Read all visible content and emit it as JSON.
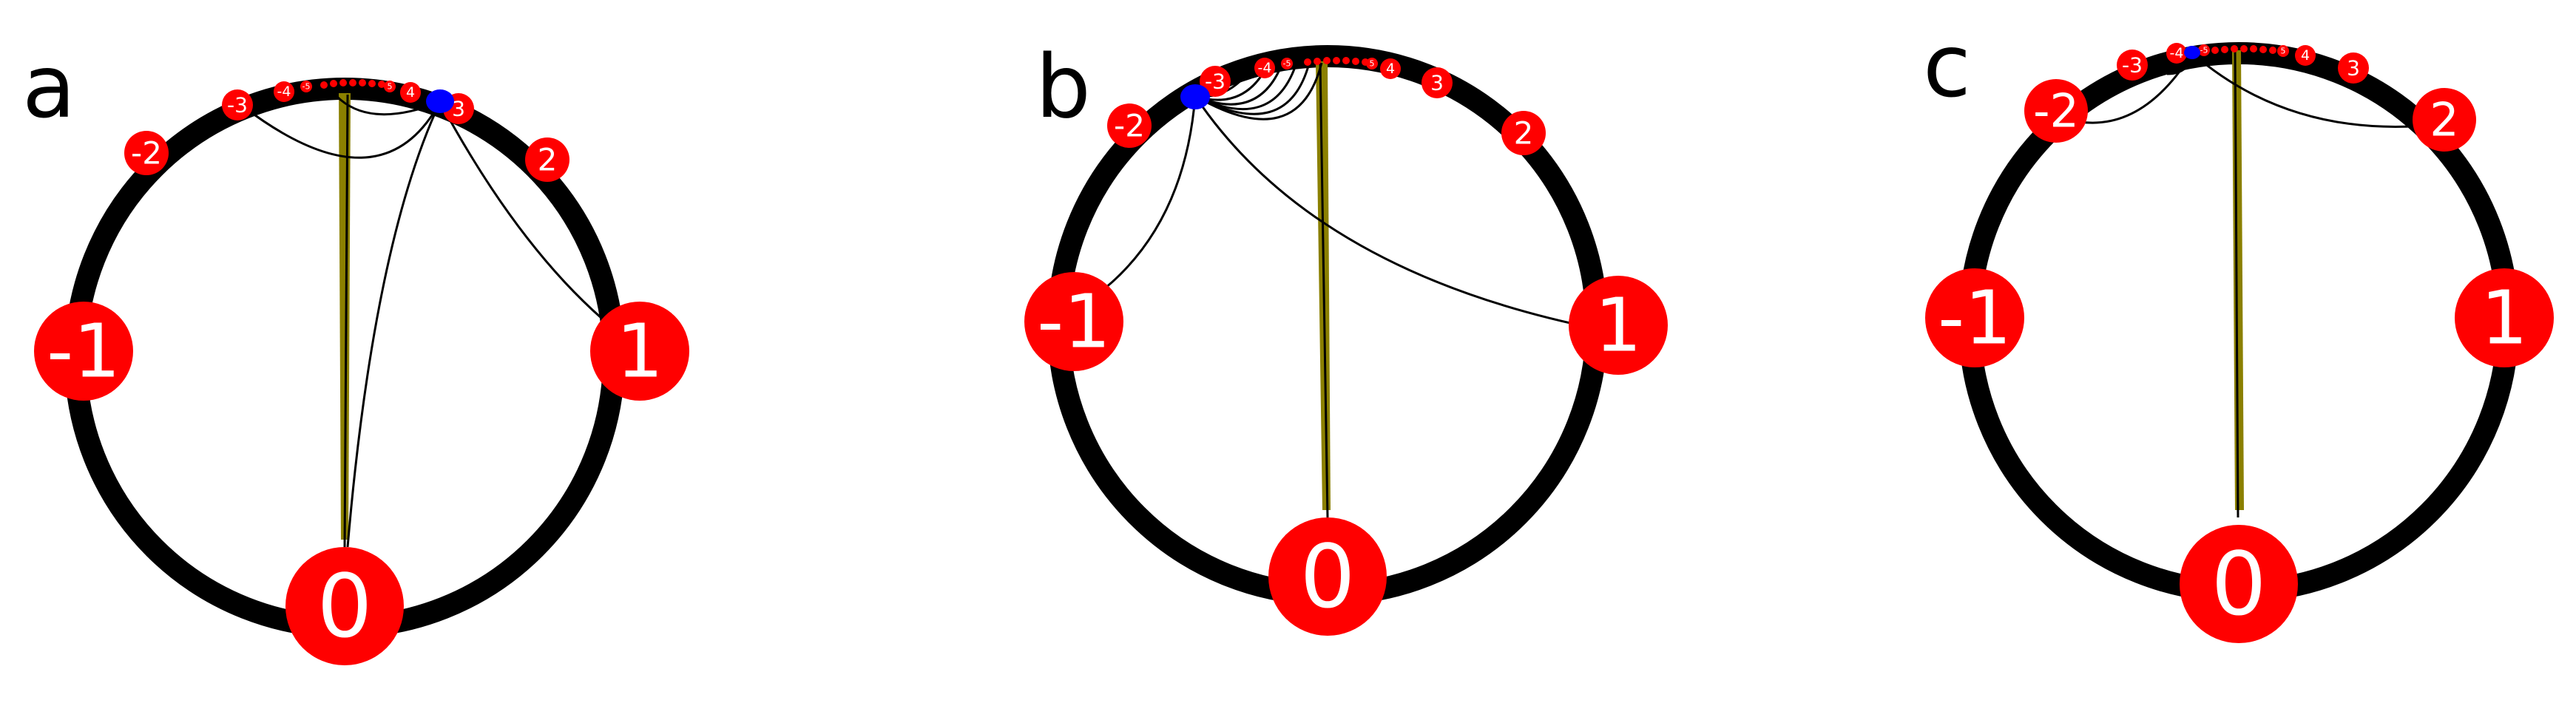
{
  "colors": {
    "ring": "#000000",
    "node": "#ff0000",
    "node_text": "#ffffff",
    "highlight": "#0000ff",
    "edge": "#000000",
    "spike": "#8b8000",
    "background": "#ffffff"
  },
  "panels": [
    {
      "letter": "a",
      "nodes": [
        {
          "label": "0"
        },
        {
          "label": "1"
        },
        {
          "label": "-1"
        },
        {
          "label": "2"
        },
        {
          "label": "-2"
        },
        {
          "label": "3"
        },
        {
          "label": "-3"
        },
        {
          "label": "4"
        },
        {
          "label": "-4"
        },
        {
          "label": "5"
        },
        {
          "label": "-5"
        }
      ],
      "highlight": "3"
    },
    {
      "letter": "b",
      "nodes": [
        {
          "label": "0"
        },
        {
          "label": "1"
        },
        {
          "label": "-1"
        },
        {
          "label": "2"
        },
        {
          "label": "-2"
        },
        {
          "label": "3"
        },
        {
          "label": "-3"
        },
        {
          "label": "4"
        },
        {
          "label": "-4"
        },
        {
          "label": "5"
        },
        {
          "label": "-5"
        }
      ],
      "highlight": "-3"
    },
    {
      "letter": "c",
      "nodes": [
        {
          "label": "0"
        },
        {
          "label": "1"
        },
        {
          "label": "-1"
        },
        {
          "label": "2"
        },
        {
          "label": "-2"
        },
        {
          "label": "3"
        },
        {
          "label": "-3"
        },
        {
          "label": "4"
        },
        {
          "label": "-4"
        },
        {
          "label": "5"
        },
        {
          "label": "-5"
        }
      ],
      "highlight": "-4"
    }
  ]
}
